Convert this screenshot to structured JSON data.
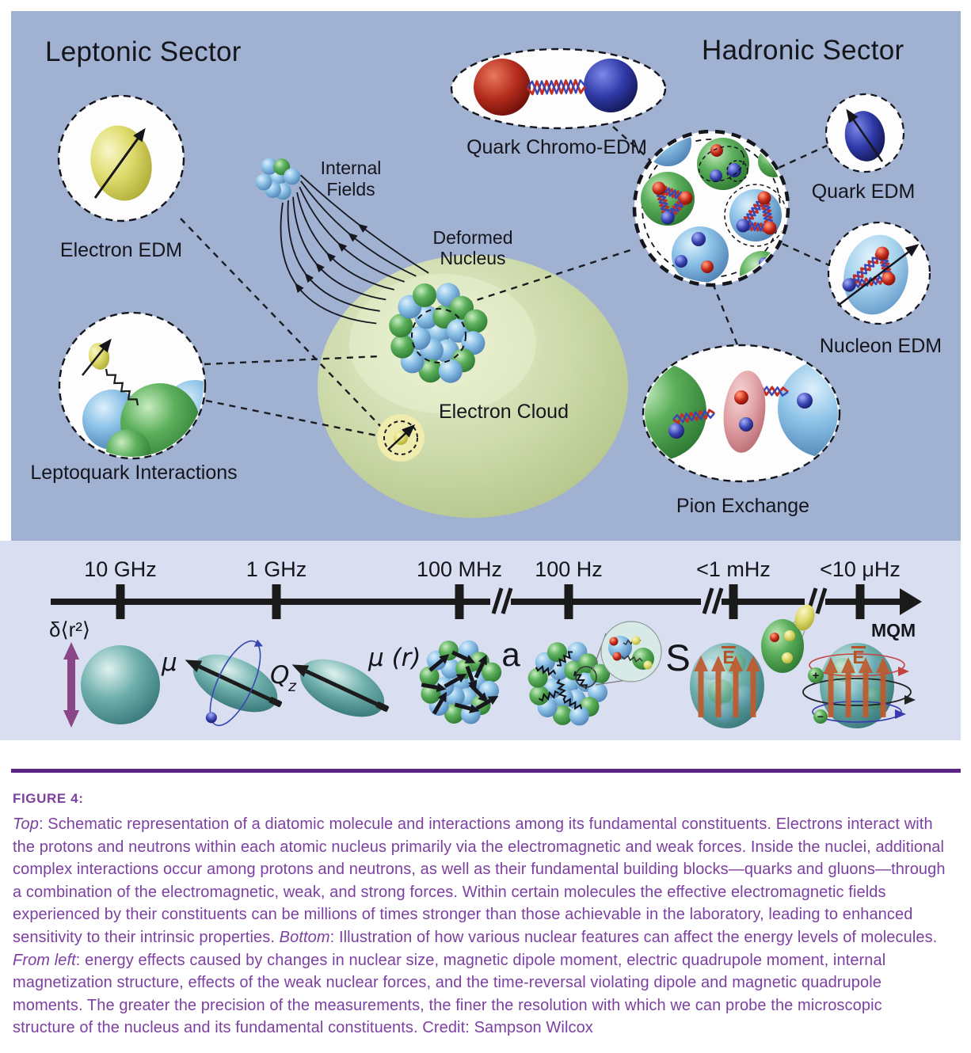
{
  "panel_top": {
    "leptonic_title": "Leptonic Sector",
    "hadronic_title": "Hadronic Sector",
    "labels": {
      "electron_edm": "Electron EDM",
      "quark_chromo_edm": "Quark Chromo-EDM",
      "quark_edm": "Quark EDM",
      "internal_fields_1": "Internal",
      "internal_fields_2": "Fields",
      "deformed_nucleus_1": "Deformed",
      "deformed_nucleus_2": "Nucleus",
      "nucleon_edm": "Nucleon EDM",
      "electron_cloud": "Electron Cloud",
      "leptoquark": "Leptoquark Interactions",
      "pion_exchange": "Pion Exchange"
    }
  },
  "panel_bottom": {
    "axis_ticks": [
      "10 GHz",
      "1 GHz",
      "100 MHz",
      "100 Hz",
      "<1 mHz",
      "<10 μHz"
    ],
    "symbols": {
      "delta_r2": "δ⟨r²⟩",
      "mu": "μ",
      "q": "Q",
      "q_sub": "z",
      "mu_r": "μ (r)",
      "a": "a",
      "s": "S",
      "e_bar": "E",
      "mqm": "MQM",
      "plus": "+",
      "minus": "−"
    }
  },
  "caption": {
    "label": "FIGURE 4:",
    "top_italic": "Top",
    "top_text": ": Schematic representation of a diatomic molecule and interactions among its fundamental constituents. Electrons interact with the protons and neutrons within each atomic nucleus primarily via the electromagnetic and weak forces. Inside the nuclei, additional complex interactions occur among protons and neutrons, as well as their fundamental building blocks—quarks and gluons—through a combination of the electromagnetic, weak, and strong forces. Within certain molecules the effective electromagnetic fields experienced by their constituents can be millions of times stronger than those achievable in the laboratory, leading to enhanced sensitivity to their intrinsic properties. ",
    "bottom_italic": "Bottom",
    "bottom_text": ": Illustration of how various nuclear features can affect the energy levels of molecules. ",
    "fromleft_italic": "From left",
    "fromleft_text": ": energy effects caused by changes in nuclear size, magnetic dipole moment, electric quadrupole moment, internal magnetization structure, effects of the weak nuclear forces, and the time-reversal violating dipole and magnetic quadrupole moments. The greater the precision of the measurements, the finer the resolution with which we can probe the microscopic structure of the nucleus and its fundamental constituents. Credit: Sampson Wilcox"
  },
  "colors": {
    "top_panel_bg": "#a0b1d2",
    "bottom_panel_bg": "#d9dff1",
    "caption_purple": "#7d3fa1",
    "rule_purple": "#5b2383",
    "field_arrow_orange": "#c05a2e",
    "size_arrow_purple": "#8a4687"
  }
}
